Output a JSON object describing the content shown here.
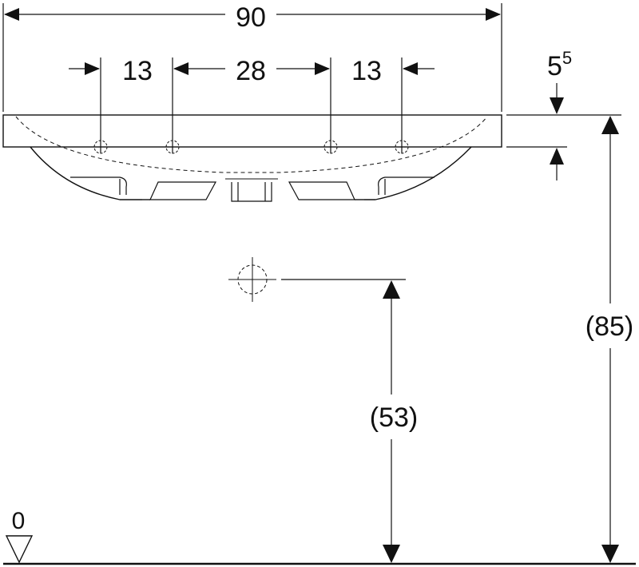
{
  "dimensions": {
    "overall_width": "90",
    "hole_spacing_left": "13",
    "hole_spacing_center": "28",
    "hole_spacing_right": "13",
    "rim_thickness_base": "5",
    "rim_thickness_sup": "5",
    "rim_height": "(85)",
    "drain_height": "(53)",
    "floor_level": "0"
  },
  "colors": {
    "line": "#111111",
    "background": "#ffffff"
  }
}
